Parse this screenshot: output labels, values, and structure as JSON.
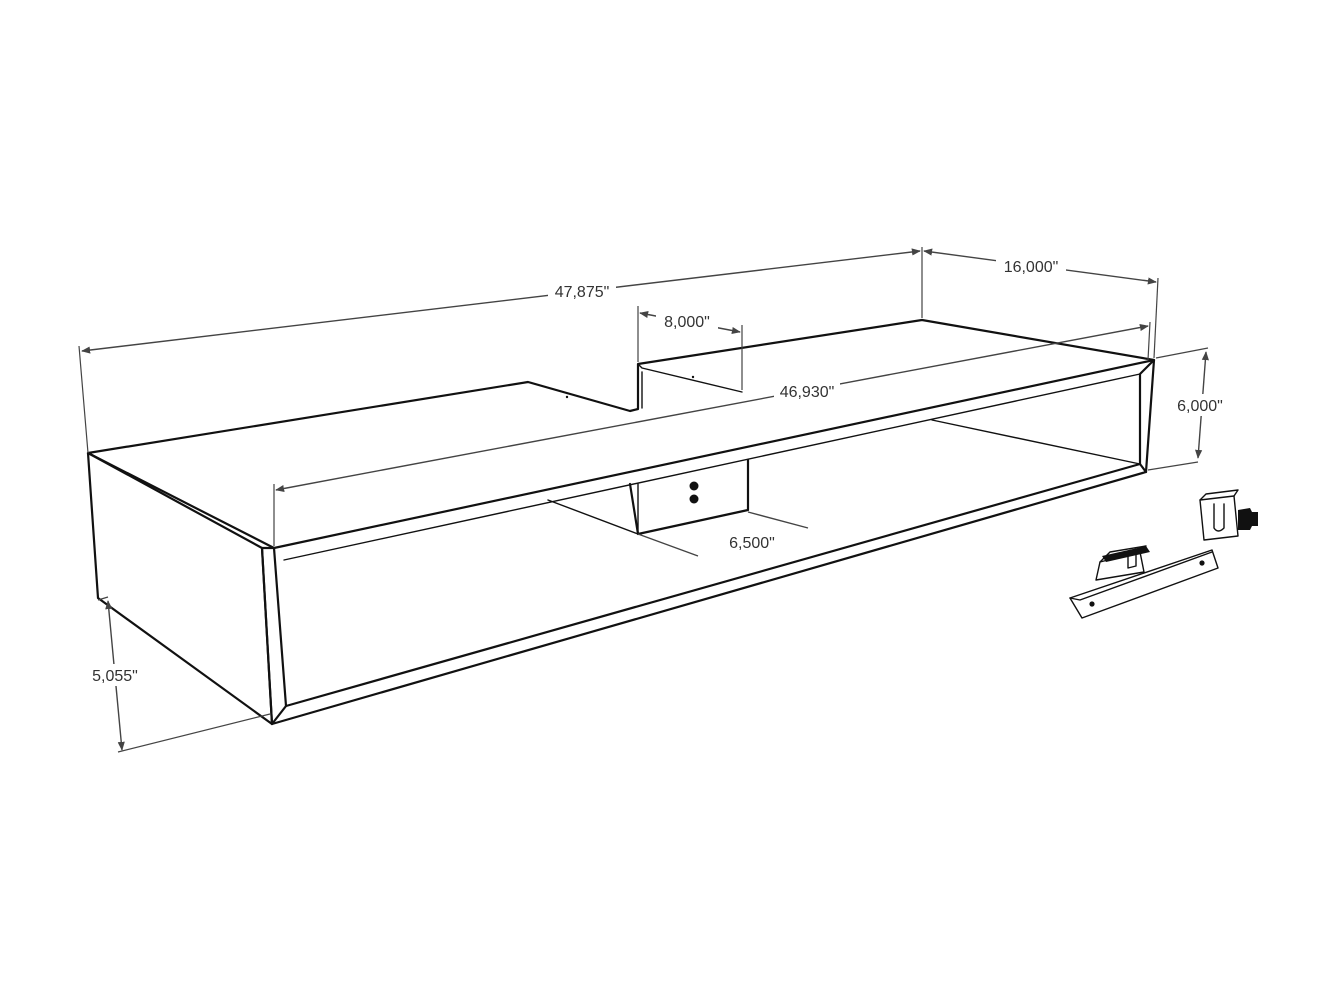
{
  "dimensions": {
    "overall_length": "47,875\"",
    "right_depth": "16,000\"",
    "notch_width": "8,000\"",
    "inner_length": "46,930\"",
    "right_height": "6,000\"",
    "divider_depth": "6,500\"",
    "left_height": "5,055\""
  },
  "colors": {
    "line": "#111111",
    "dimension_line": "#444444",
    "background": "#ffffff"
  },
  "icons": {
    "mounting_rail": "bracket-rail-icon",
    "mounting_clip": "clip-icon"
  }
}
